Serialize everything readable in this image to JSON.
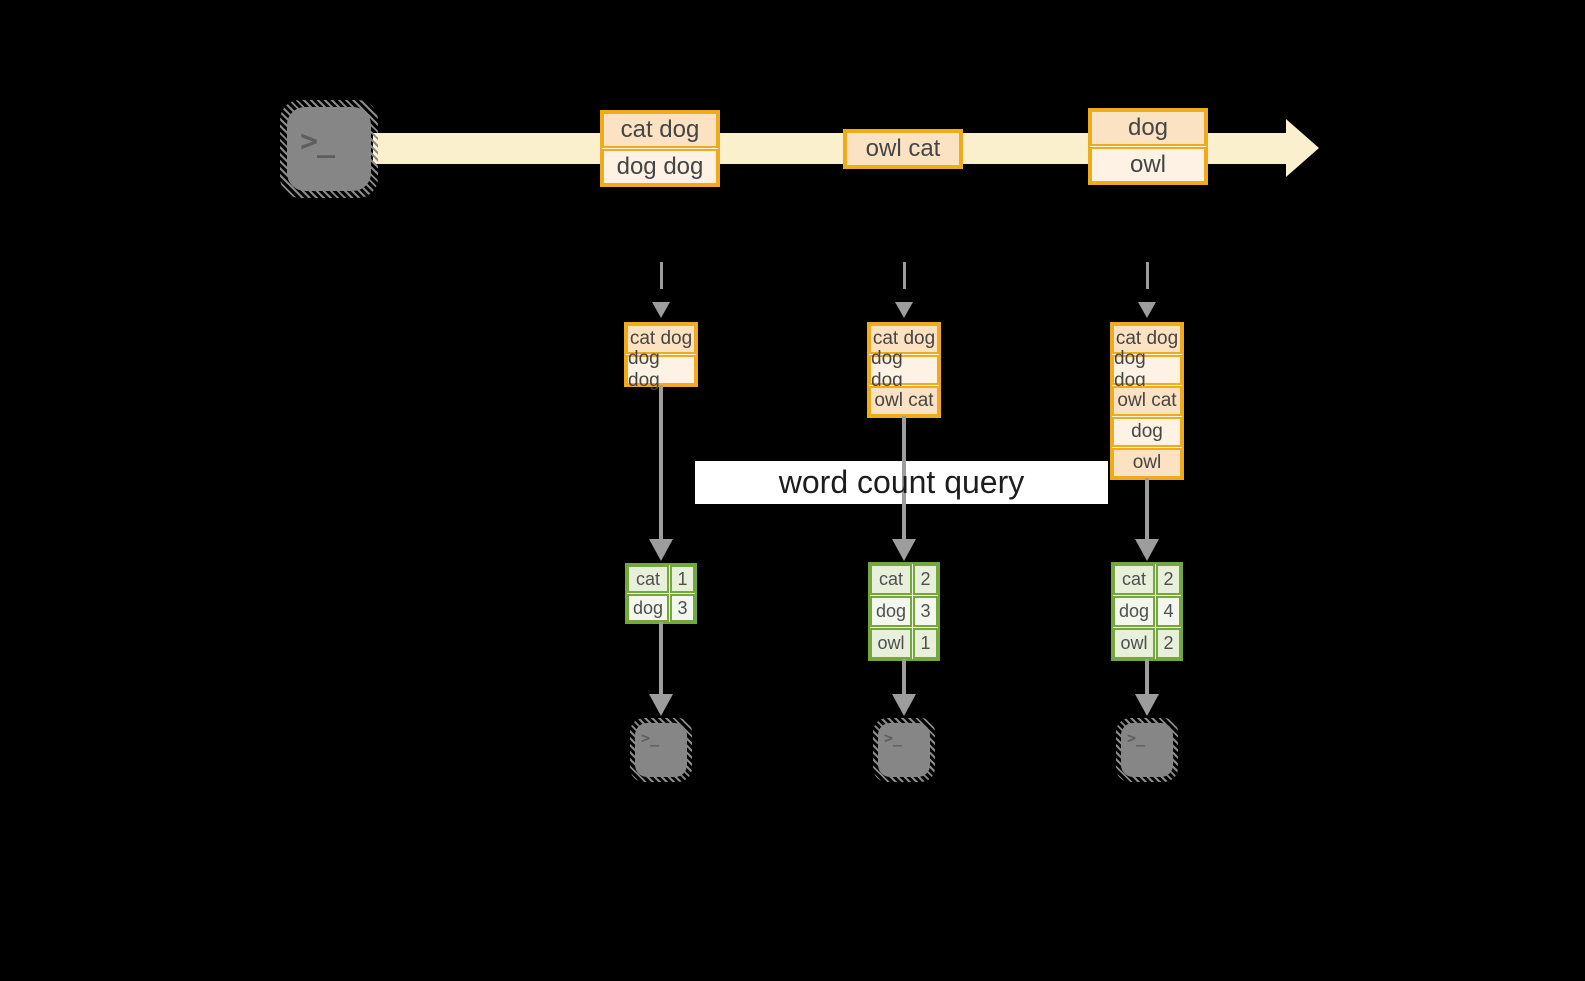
{
  "label": {
    "query": "word count query"
  },
  "icons": {
    "terminal_glyph": ">_"
  },
  "stream": {
    "events": [
      {
        "cells": [
          "cat dog",
          "dog dog"
        ]
      },
      {
        "cells": [
          "owl cat"
        ]
      },
      {
        "cells": [
          "dog",
          "owl"
        ]
      }
    ]
  },
  "batches": [
    {
      "rows": [
        "cat dog",
        "dog dog"
      ]
    },
    {
      "rows": [
        "cat dog",
        "dog dog",
        "owl cat"
      ]
    },
    {
      "rows": [
        "cat dog",
        "dog dog",
        "owl cat",
        "dog",
        "owl"
      ]
    }
  ],
  "counts": [
    {
      "rows": [
        [
          "cat",
          "1"
        ],
        [
          "dog",
          "3"
        ]
      ]
    },
    {
      "rows": [
        [
          "cat",
          "2"
        ],
        [
          "dog",
          "3"
        ],
        [
          "owl",
          "1"
        ]
      ]
    },
    {
      "rows": [
        [
          "cat",
          "2"
        ],
        [
          "dog",
          "4"
        ],
        [
          "owl",
          "2"
        ]
      ]
    }
  ],
  "colors": {
    "canvas_bg": "#000000",
    "stream_fill": "#fbf0cd",
    "accent_amber": "#f0ab1c",
    "cell_peach": "#fbe2c3",
    "cell_cream": "#fdf2e3",
    "accent_green": "#74a83c",
    "green_cell_dark": "#e8efda",
    "green_cell_light": "#f4f7ee",
    "arrow_gray": "#9d9d9d",
    "terminal_gray": "#868686"
  }
}
